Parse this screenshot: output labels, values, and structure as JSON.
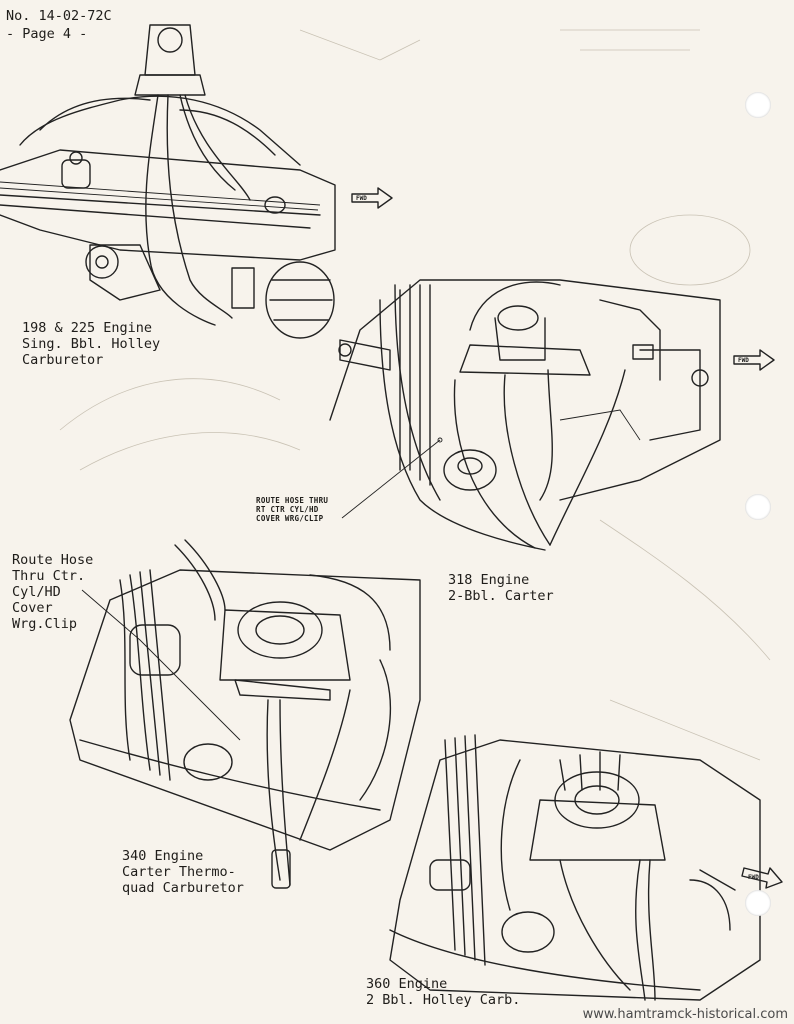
{
  "header": {
    "doc_number": "No. 14-02-72C",
    "page": "- Page 4 -"
  },
  "figures": [
    {
      "id": "198-225",
      "lines": [
        "198 & 225 Engine",
        "Sing. Bbl. Holley",
        "Carburetor"
      ]
    },
    {
      "id": "318",
      "lines": [
        "318 Engine",
        "2-Bbl. Carter"
      ]
    },
    {
      "id": "340",
      "lines": [
        "340 Engine",
        "Carter Thermo-",
        "quad Carburetor"
      ]
    },
    {
      "id": "360",
      "lines": [
        "360 Engine",
        "2 Bbl. Holley Carb."
      ]
    }
  ],
  "callouts": {
    "route_hose_small": [
      "ROUTE HOSE THRU",
      "RT CTR CYL/HD",
      "COVER WRG/CLIP"
    ],
    "route_hose_large": [
      "Route Hose",
      "Thru Ctr.",
      "Cyl/HD",
      "Cover",
      "Wrg.Clip"
    ]
  },
  "direction_arrows": [
    "FWD",
    "FWD",
    "FWD"
  ],
  "watermark": "www.hamtramck-historical.com"
}
